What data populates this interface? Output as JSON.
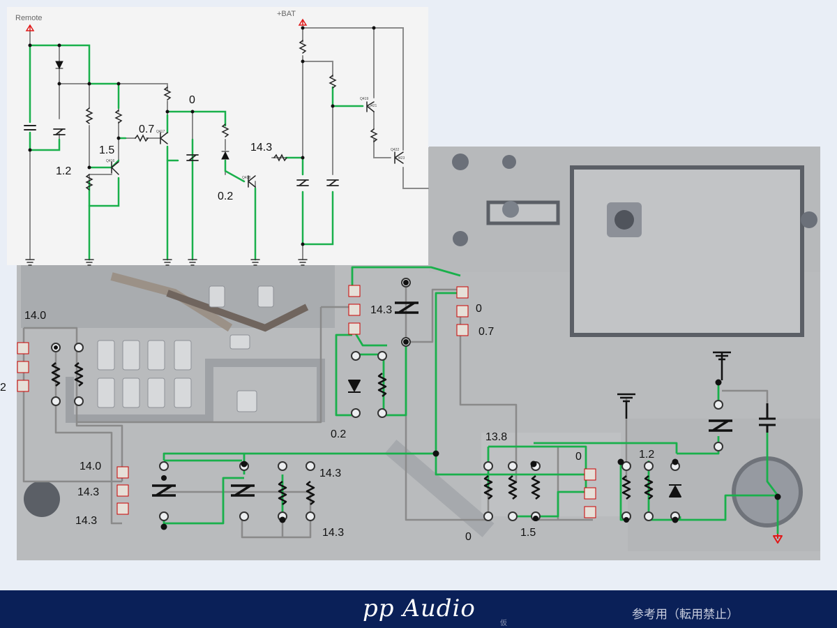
{
  "schematic": {
    "remote_label": "Remote",
    "bat_label": "+BAT",
    "transistor_labels": [
      "Q416",
      "Q417",
      "Q418",
      "Q419",
      "Q421",
      "Q422",
      "Q423"
    ],
    "voltages": [
      "0",
      "0.7",
      "1.5",
      "1.2",
      "14.3",
      "0.2"
    ]
  },
  "board": {
    "voltages": {
      "v_14_0_top": "14.0",
      "v_2_left": "2",
      "v_14_3_cap": "14.3",
      "v_0_right": "0",
      "v_0_7": "0.7",
      "v_0_2": "0.2",
      "v_13_8": "13.8",
      "v_0_mid": "0",
      "v_1_2": "1.2",
      "v_14_0_low": "14.0",
      "v_14_3_a": "14.3",
      "v_14_3_b": "14.3",
      "v_14_3_c": "14.3",
      "v_14_3_d": "14.3",
      "v_0_bottom": "0",
      "v_1_5": "1.5"
    }
  },
  "footer": {
    "brand": "pp Audio",
    "brand_sub": "仮",
    "note": "参考用（転用禁止）"
  },
  "colors": {
    "trace_green": "#19b04b",
    "trace_grey": "#8a8a8a",
    "footer_bg": "#0a2058",
    "arrow_red": "#e01818"
  }
}
